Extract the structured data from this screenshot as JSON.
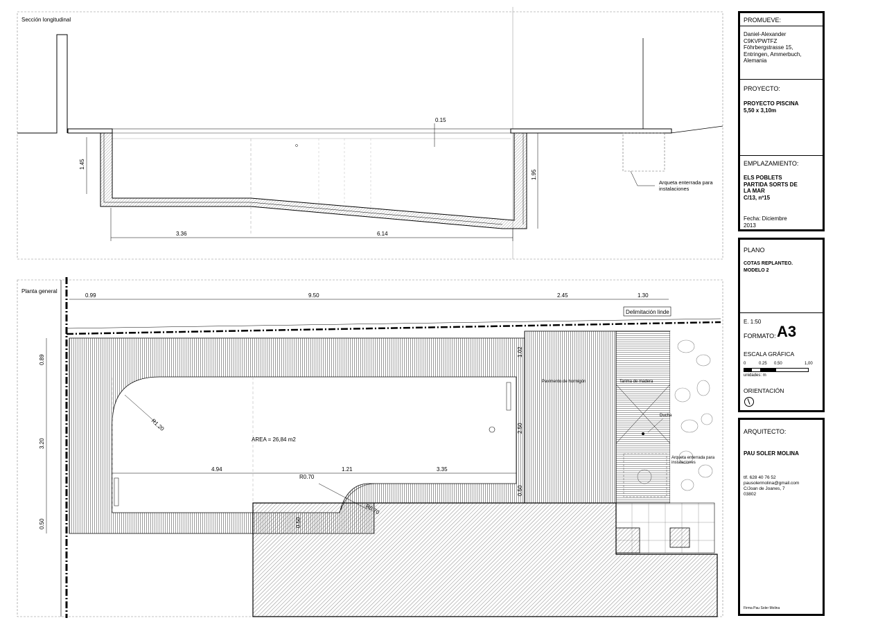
{
  "section": {
    "label": "Sección longitudinal",
    "dims": {
      "top_thickness": "0.15",
      "left_depth": "1.45",
      "right_depth": "1.95",
      "length_a": "3.36",
      "length_b": "6.14"
    },
    "note": "Arqueta enterrada para\ninstalaciones"
  },
  "plan": {
    "label": "Planta general",
    "top_dims": [
      "0.99",
      "9.50",
      "2.45",
      "1.30"
    ],
    "boundary_label": "Delimitación linde",
    "left_dims": [
      "0.89",
      "3.20",
      "0.50"
    ],
    "right_dims": [
      "1.02",
      "2.50",
      "0.50"
    ],
    "bottom_dims": [
      "4.94",
      "1.21",
      "3.35"
    ],
    "radius_large": "R1.20",
    "radius_small_a": "R0.70",
    "radius_small_b": "R0.70",
    "step_dim": "0.50",
    "area": "AREA = 26,84 m2",
    "concrete_label": "Pavimento de hormigón",
    "deck_label": "Tarima de madera",
    "shower_label": "Ducha",
    "pit_label": "Arqueta enterrada para\ninstalaciones"
  },
  "titleblock": {
    "promueve_label": "PROMUEVE:",
    "promueve_value": "Daniel-Alexander\nC9KVPWTFZ\nFöhrbergstrasse 15,\nEntringen, Ammerbuch,\nAlemania",
    "proyecto_label": "PROYECTO:",
    "proyecto_value": "PROYECTO PISCINA\n5,50 x 3,10m",
    "emplazamiento_label": "EMPLAZAMIENTO:",
    "emplazamiento_value": "ELS POBLETS\nPARTIDA SORTS DE\nLA MAR\nC/13, nº15",
    "fecha": "Fecha: Diciembre\n2013",
    "plano_label": "PLANO",
    "plano_value": "COTAS REPLANTEO.\nMODELO 2",
    "escala": "E. 1:50",
    "formato_label": "FORMATO:",
    "formato_value": "A3",
    "escala_grafica": "ESCALA GRÁFICA",
    "scale_ticks": [
      "0",
      "0.25",
      "0.50",
      "1,00"
    ],
    "unidades": "unidades: m",
    "orientacion": "ORIENTACIÓN",
    "arquitecto_label": "ARQUITECTO:",
    "arquitecto_name": "PAU SOLER MOLINA",
    "arquitecto_contact": "tlf. 628 40 76 52\npausolermolina@gmail.com\nC/Joan de Joanes, 7\n03802",
    "firma": "Firma Pau Soler Molina"
  }
}
